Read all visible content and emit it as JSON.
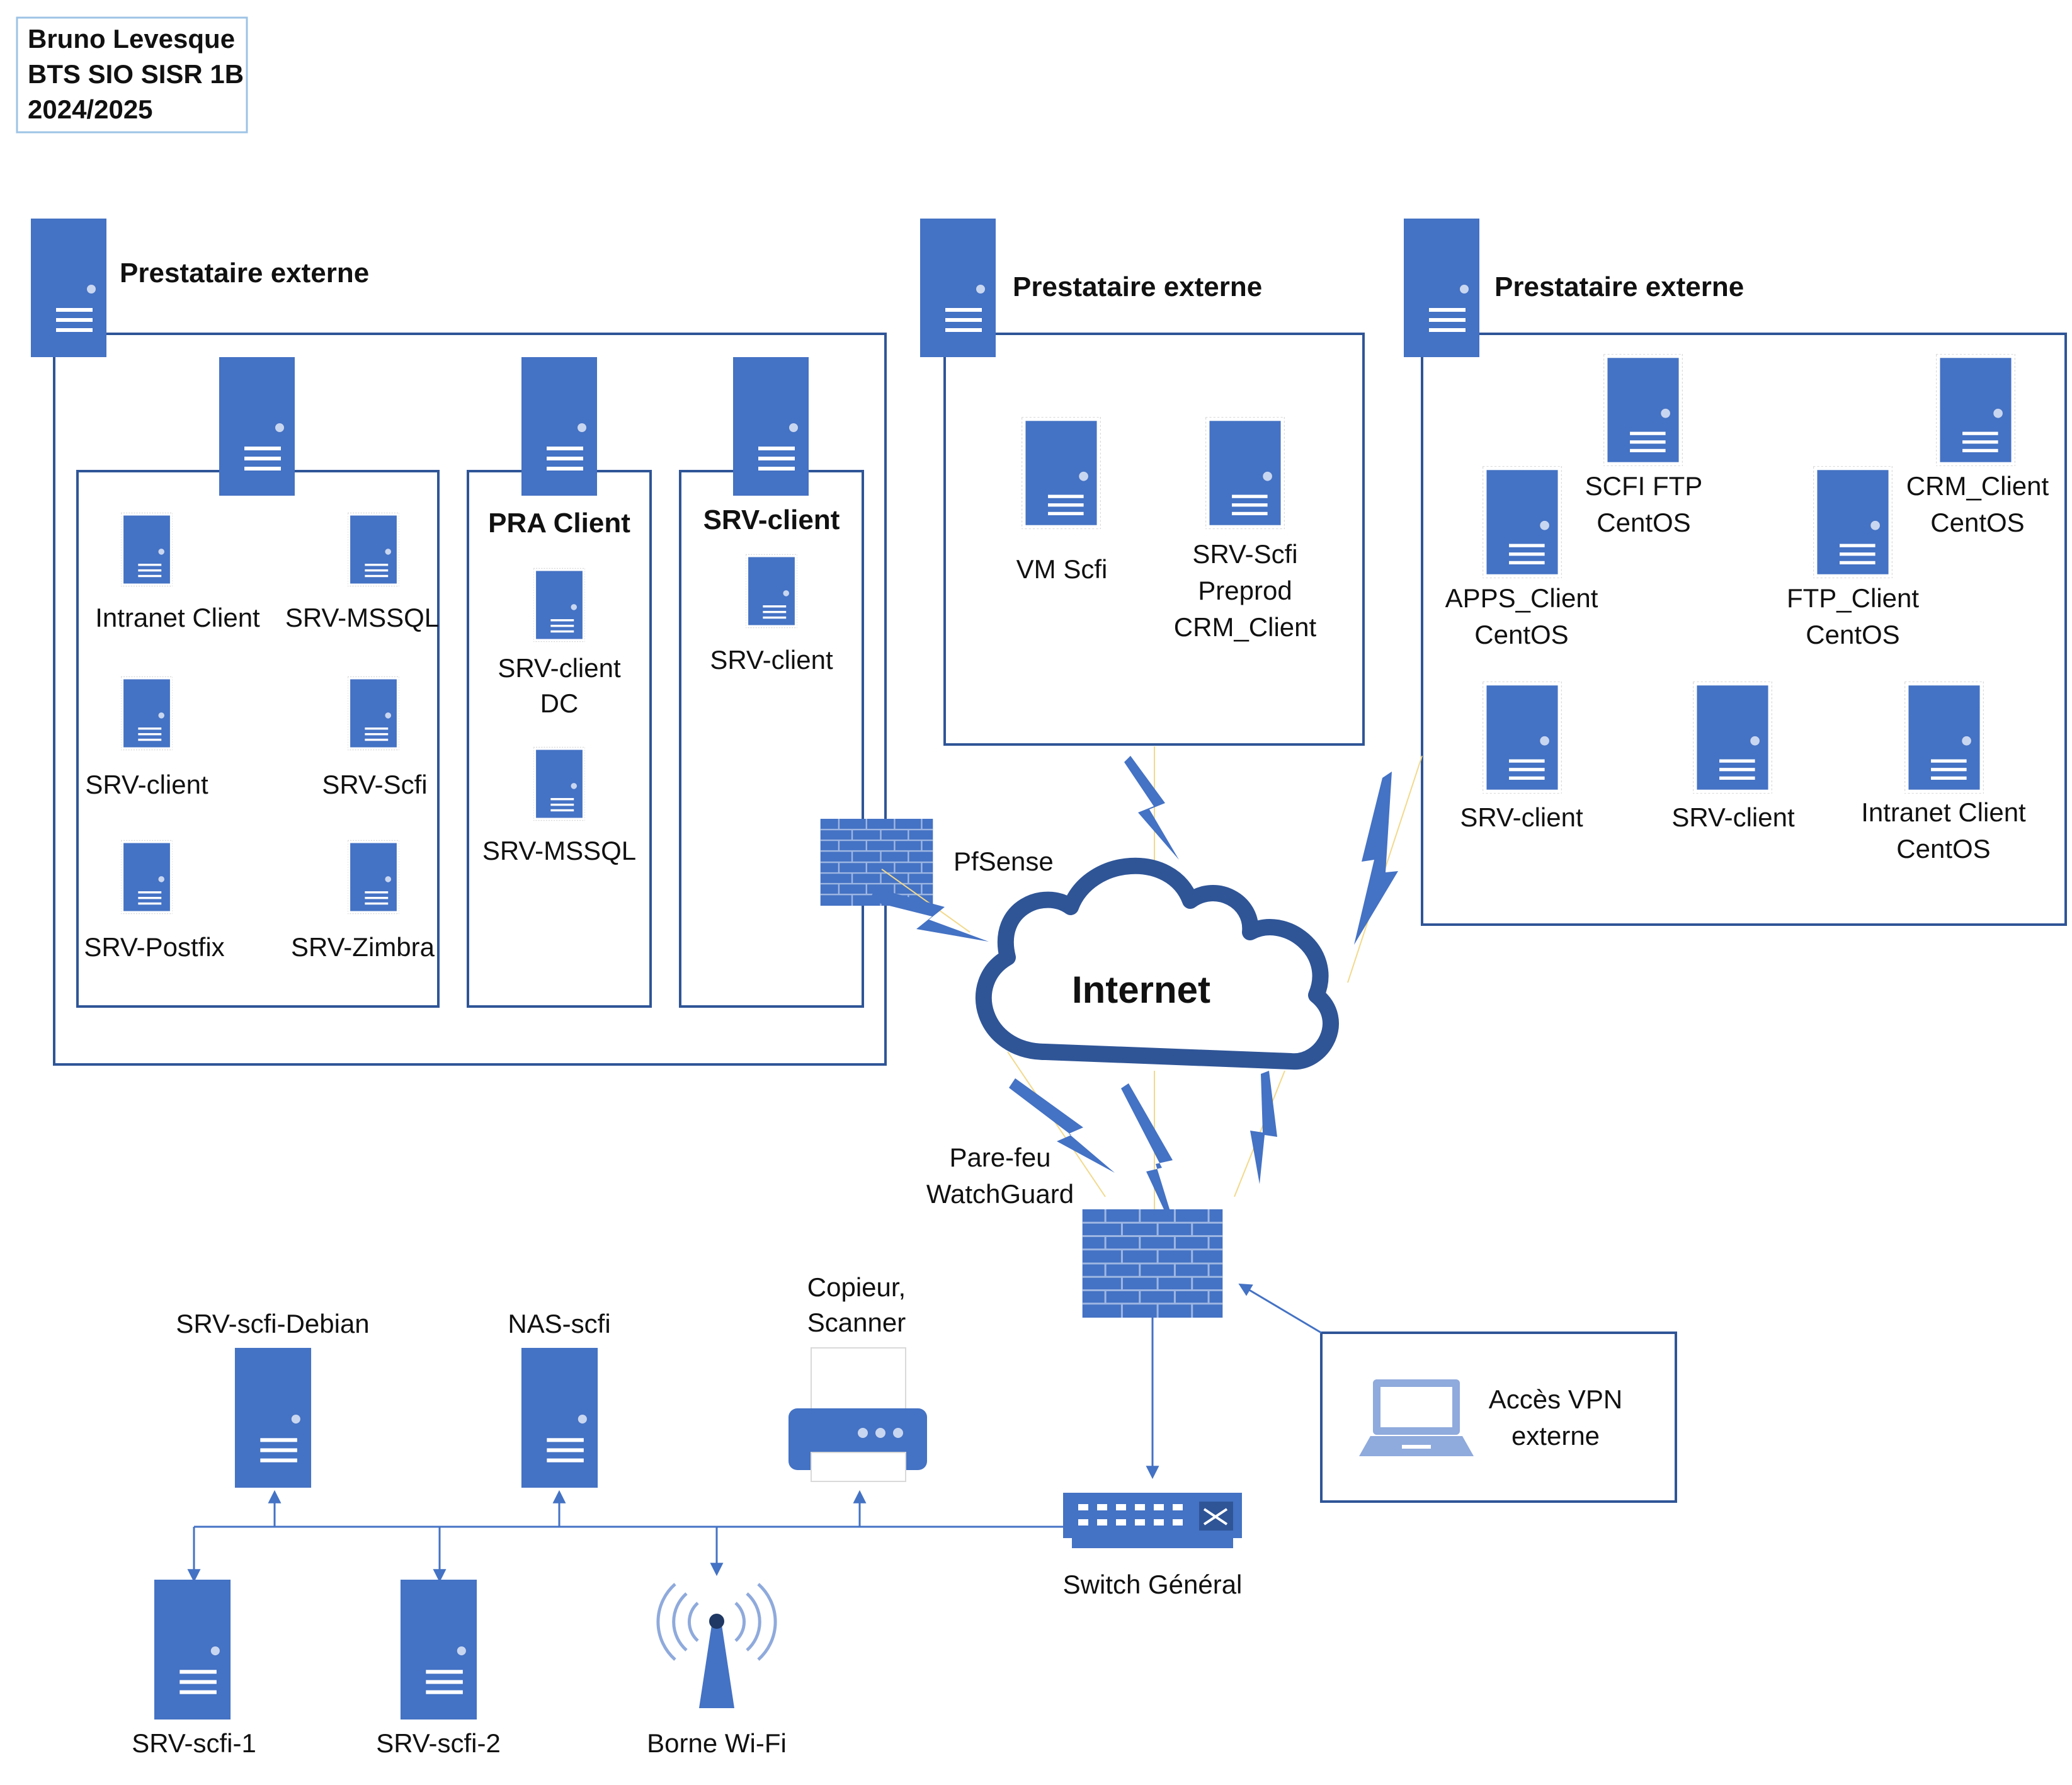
{
  "header": {
    "lines": [
      "Bruno Levesque",
      "BTS SIO SISR 1B",
      "2024/2025"
    ]
  },
  "colors": {
    "blue": "#4472c4",
    "dark_blue": "#2f5597",
    "line_blue": "#4472c4",
    "light_line": "#f2d98c",
    "border": "#9dc3e6"
  },
  "panels": {
    "left": {
      "title": "Prestataire externe",
      "groups": {
        "main": {
          "items": [
            "Intranet Client",
            "SRV-MSSQL",
            "SRV-client",
            "SRV-Scfi",
            "SRV-Postfix",
            "SRV-Zimbra"
          ]
        },
        "pra": {
          "title": "PRA Client",
          "items": [
            "SRV-client\nDC",
            "SRV-MSSQL"
          ]
        },
        "srv": {
          "title": "SRV-client",
          "items": [
            "SRV-client"
          ]
        }
      },
      "firewall_label": "PfSense"
    },
    "middle": {
      "title": "Prestataire externe",
      "items": [
        "VM Scfi",
        "SRV-Scfi\nPreprod\nCRM_Client"
      ]
    },
    "right": {
      "title": "Prestataire externe",
      "items": [
        "SCFI FTP\nCentOS",
        "CRM_Client\nCentOS",
        "APPS_Client\nCentOS",
        "FTP_Client\nCentOS",
        "SRV-client",
        "SRV-client",
        "Intranet Client\nCentOS"
      ]
    }
  },
  "internet": {
    "label": "Internet"
  },
  "watchguard": {
    "label": "Pare-feu\nWatchGuard"
  },
  "vpn": {
    "label": "Accès VPN\nexterne"
  },
  "switch": {
    "label": "Switch Général"
  },
  "lan": {
    "top_devices": [
      "SRV-scfi-Debian",
      "NAS-scfi",
      "Copieur,\nScanner"
    ],
    "bottom_devices": [
      "SRV-scfi-1",
      "SRV-scfi-2",
      "Borne Wi-Fi"
    ]
  }
}
